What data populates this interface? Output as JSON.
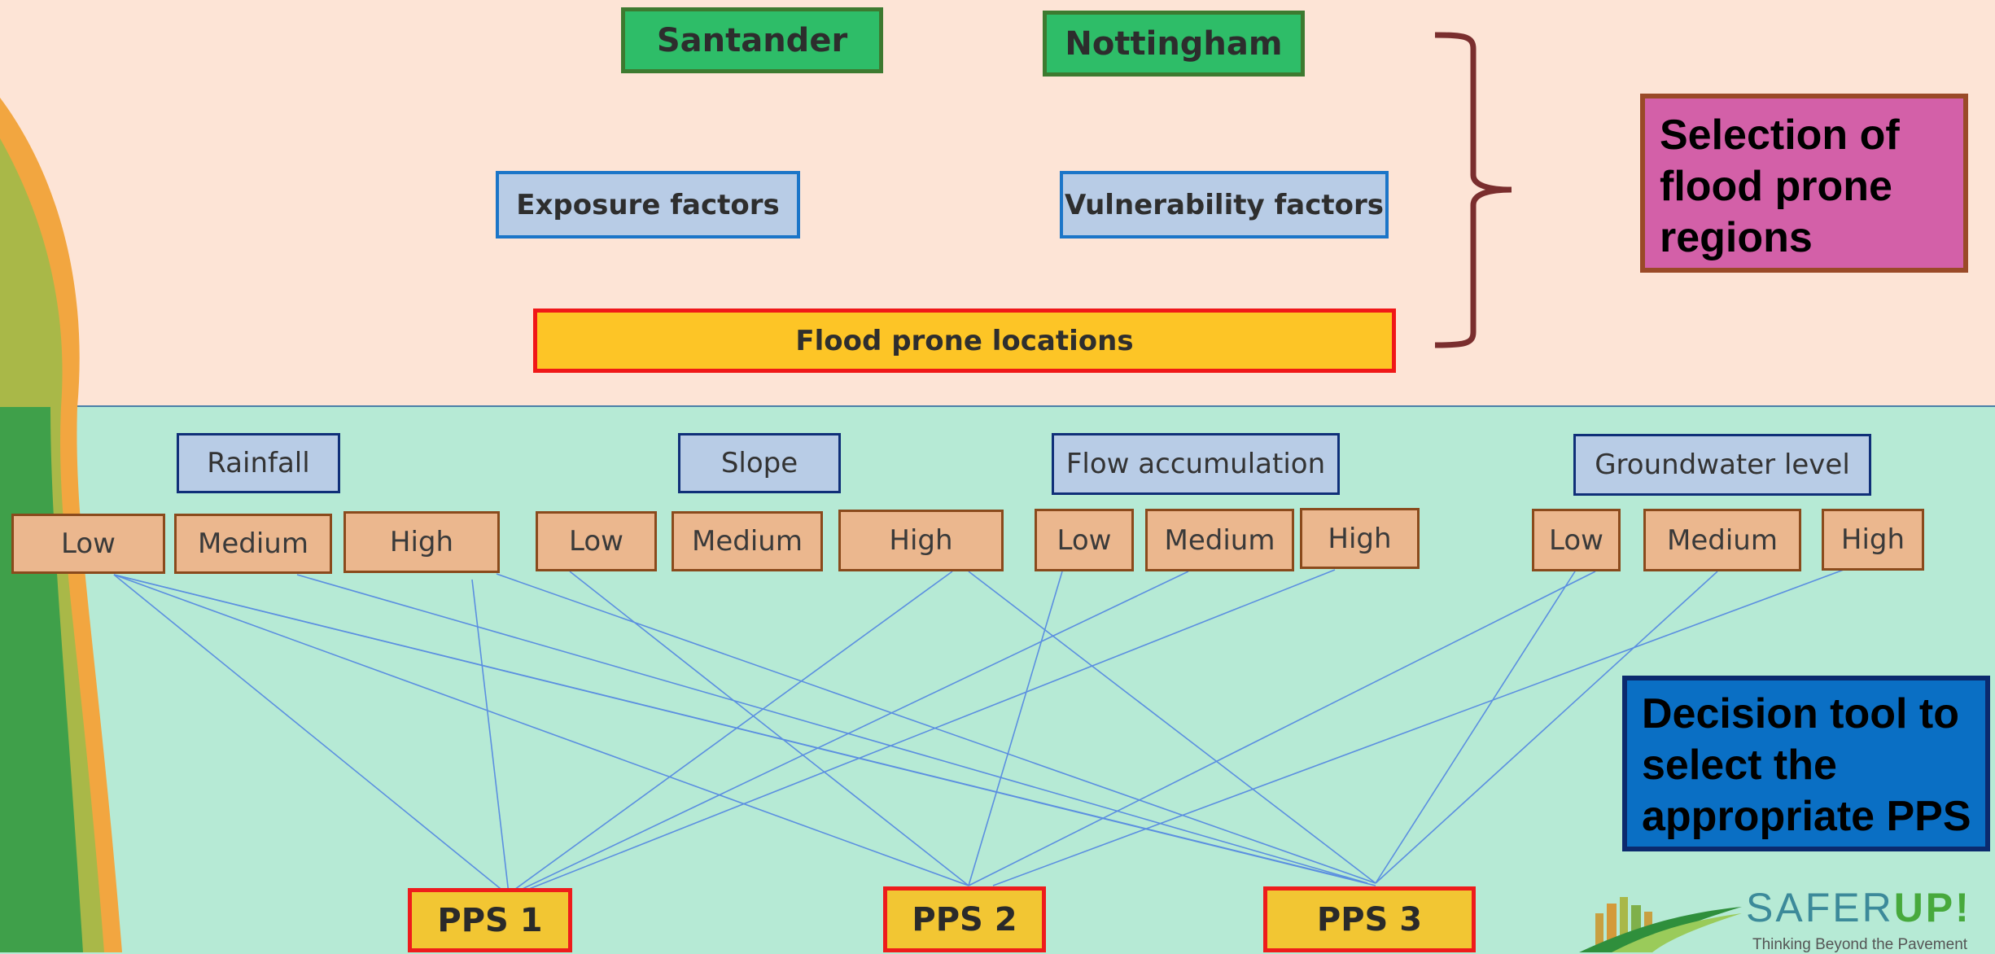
{
  "cities": [
    "Santander",
    "Nottingham"
  ],
  "factors": [
    "Exposure factors",
    "Vulnerability factors"
  ],
  "flood_prone_locations": "Flood prone locations",
  "selection_callout": "Selection of flood prone regions",
  "decision_callout": "Decision tool to select the appropriate PPS",
  "parameters": [
    {
      "name": "Rainfall",
      "levels": [
        "Low",
        "Medium",
        "High"
      ]
    },
    {
      "name": "Slope",
      "levels": [
        "Low",
        "Medium",
        "High"
      ]
    },
    {
      "name": "Flow accumulation",
      "levels": [
        "Low",
        "Medium",
        "High"
      ]
    },
    {
      "name": "Groundwater level",
      "levels": [
        "Low",
        "Medium",
        "High"
      ]
    }
  ],
  "pps": [
    "PPS 1",
    "PPS 2",
    "PPS 3"
  ],
  "logo": {
    "name_part1": "SAFER",
    "name_part2": "UP!",
    "tagline": "Thinking Beyond the Pavement"
  },
  "colors": {
    "top_band": "#fde4d6",
    "bottom_band": "#b6ead5",
    "connector_line": "#5b8fe0"
  }
}
